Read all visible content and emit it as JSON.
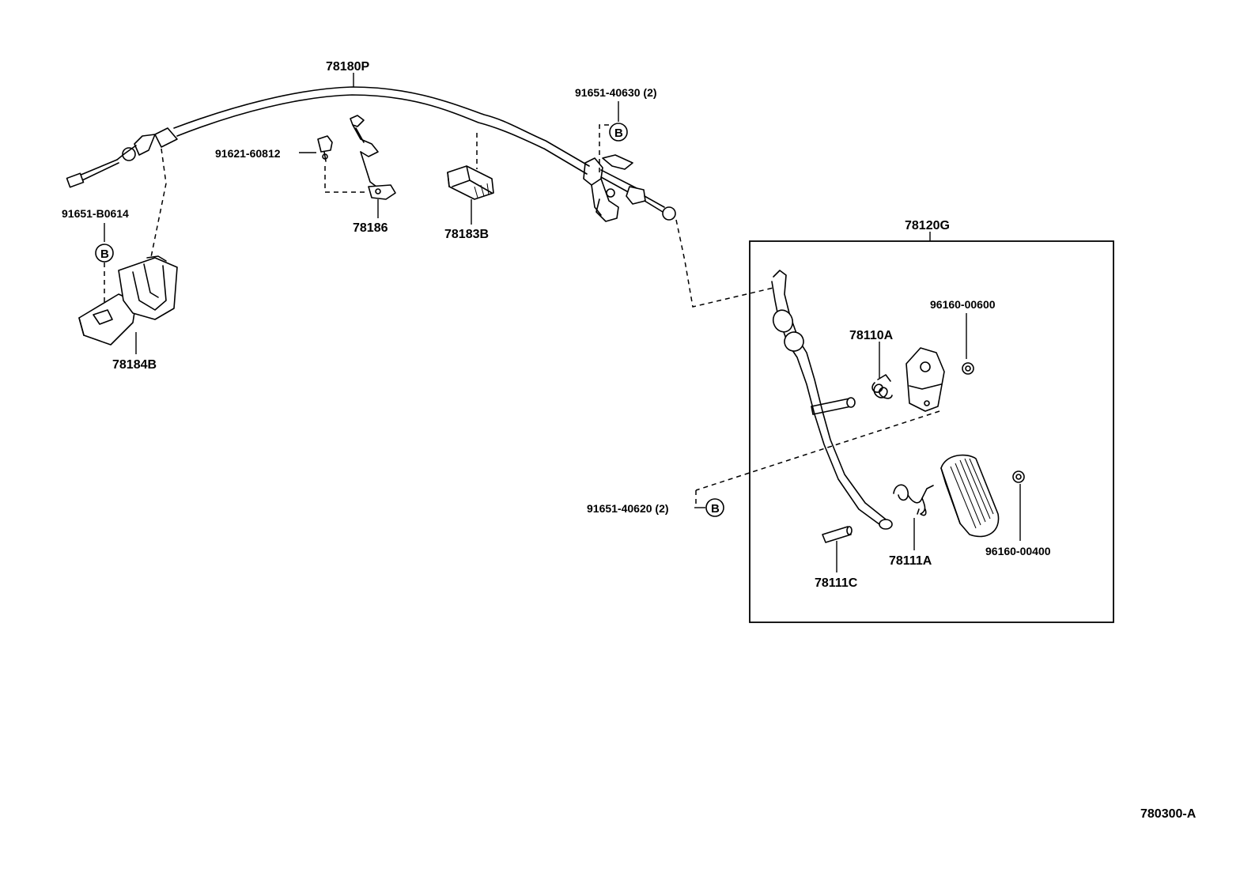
{
  "callouts": {
    "cable": "78180P",
    "clip_nut": "91651-B0614",
    "clip_bolt": "91621-60812",
    "clip_bracket": "78186",
    "clamp": "78183B",
    "support_bracket": "78184B",
    "clip_nut_top": "91651-40630 (2)",
    "pedal_assy": "78120G",
    "spring_small": "78110A",
    "cushion_top": "96160-00600",
    "clip_nut_pedal": "91651-40620 (2)",
    "spring_torsion": "78111A",
    "cushion_bottom": "96160-00400",
    "pin": "78111C"
  },
  "symbols": {
    "circle_letter": "B"
  },
  "diagram_id": "780300-A"
}
